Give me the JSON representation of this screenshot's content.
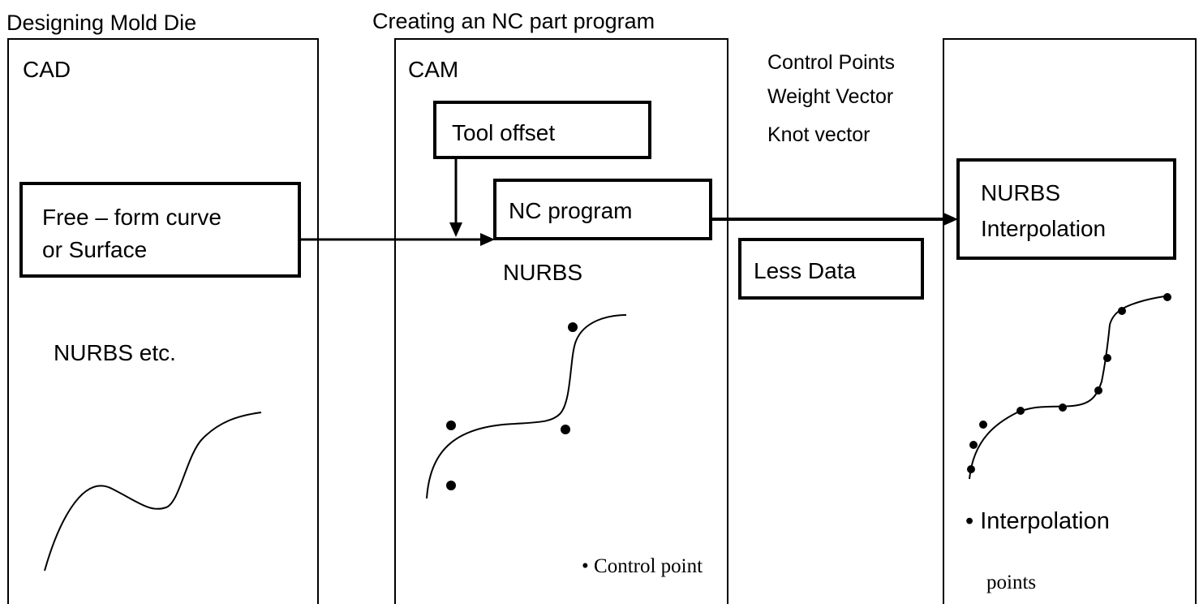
{
  "headings": {
    "design": "Designing Mold Die",
    "program": "Creating an NC part program"
  },
  "cad": {
    "label": "CAD",
    "curve_box_line1": "Free – form curve",
    "curve_box_line2": "or Surface",
    "note": "NURBS etc."
  },
  "cam": {
    "label": "CAM",
    "tool_offset": "Tool offset",
    "nc_program": "NC program",
    "nurbs": "NURBS",
    "legend_bullet": "•",
    "legend_label": "Control point"
  },
  "transfer": {
    "line1": "Control Points",
    "line2": "Weight Vector",
    "line3": "Knot vector",
    "less_data": "Less Data"
  },
  "controller": {
    "box_line1": "NURBS",
    "box_line2": "Interpolation",
    "legend_bullet": "•",
    "legend_label1": "Interpolation",
    "legend_label2": "points"
  }
}
